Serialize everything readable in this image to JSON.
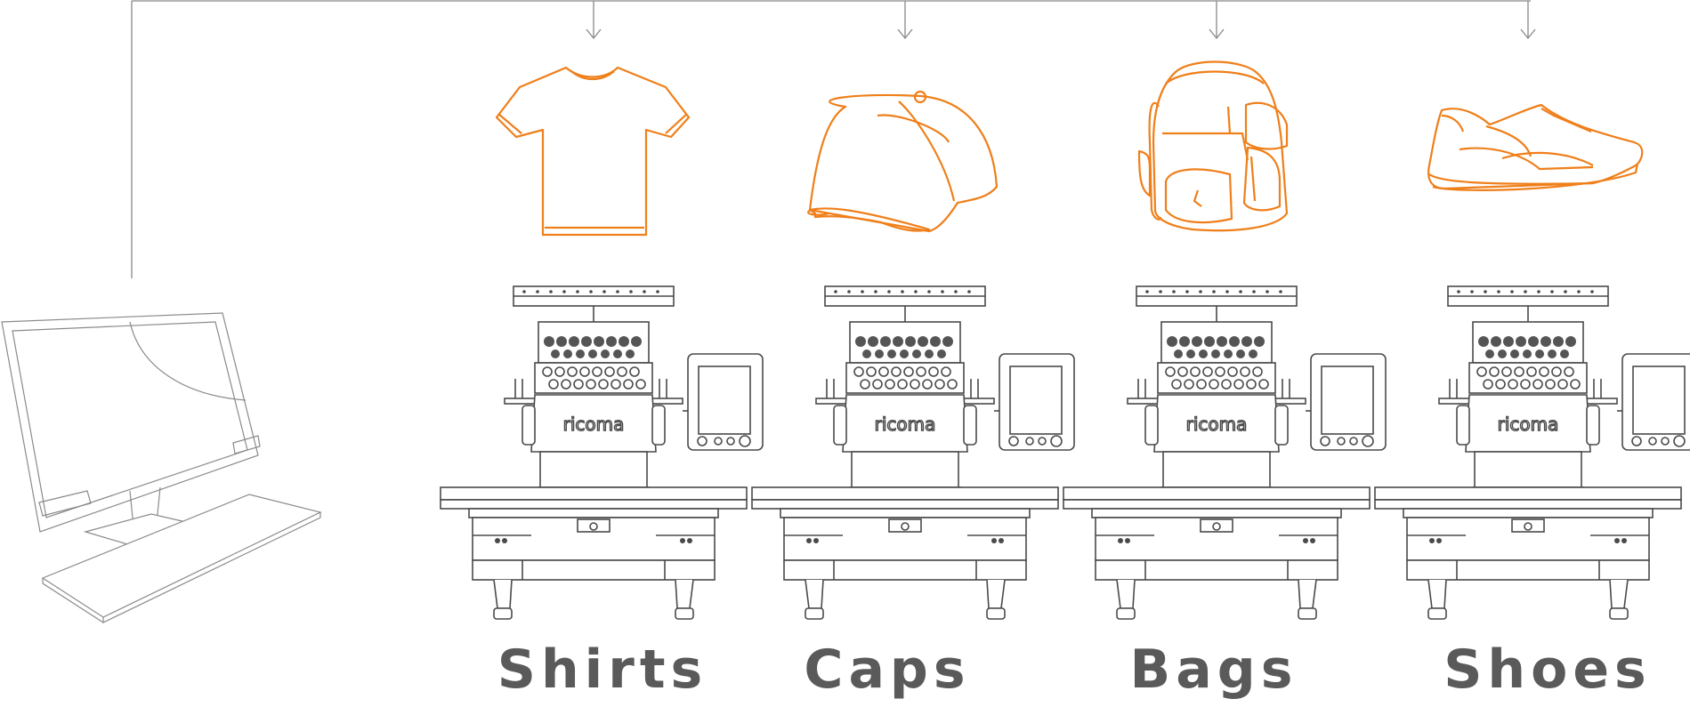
{
  "colors": {
    "line": "#888888",
    "machine": "#4a4a4a",
    "product": "#ef7f1a",
    "label": "#5a5a5a"
  },
  "brand": "ricoma",
  "columns": [
    {
      "key": "shirts",
      "label": "Shirts",
      "icon": "shirt-icon"
    },
    {
      "key": "caps",
      "label": "Caps",
      "icon": "cap-icon"
    },
    {
      "key": "bags",
      "label": "Bags",
      "icon": "backpack-icon"
    },
    {
      "key": "shoes",
      "label": "Shoes",
      "icon": "sneaker-icon"
    }
  ]
}
